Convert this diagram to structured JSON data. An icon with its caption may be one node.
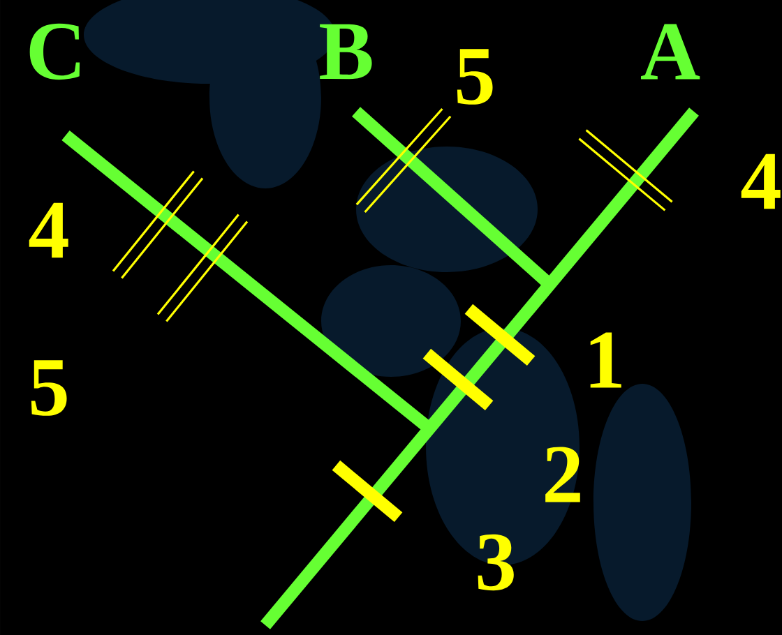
{
  "diagram": {
    "labels": [
      "C",
      "B",
      "5",
      "A",
      "4",
      "4",
      "1",
      "5",
      "2",
      "3"
    ]
  }
}
